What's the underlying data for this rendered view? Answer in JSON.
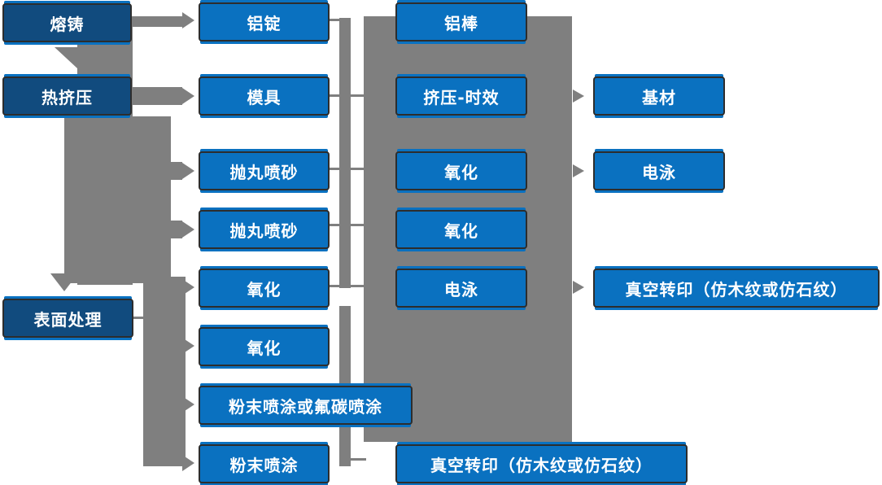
{
  "diagram": {
    "type": "flowchart",
    "nodes": {
      "melt_cast": "熔铸",
      "hot_extrusion": "热挤压",
      "surface_treatment": "表面处理",
      "aluminum_ingot": "铝锭",
      "mold": "模具",
      "shot_blasting_1": "抛丸喷砂",
      "shot_blasting_2": "抛丸喷砂",
      "oxidation_1": "氧化",
      "oxidation_2": "氧化",
      "powder_or_fluorocarbon_coating": "粉末喷涂或氟碳喷涂",
      "powder_coating": "粉末喷涂",
      "aluminum_rod": "铝棒",
      "extrusion_aging": "挤压-时效",
      "oxidation_3": "氧化",
      "oxidation_4": "氧化",
      "electrophoresis_1": "电泳",
      "vacuum_transfer_1": "真空转印（仿木纹或仿石纹）",
      "base_material": "基材",
      "electrophoresis_2": "电泳",
      "vacuum_transfer_2": "真空转印（仿木纹或仿石纹）"
    },
    "edges": [
      {
        "from": "熔铸",
        "to": "热挤压"
      },
      {
        "from": "熔铸/热挤压",
        "to": "铝锭"
      },
      {
        "from": "热挤压",
        "to": "模具"
      },
      {
        "from": "热挤压",
        "to": "抛丸喷砂"
      },
      {
        "from": "热挤压",
        "to": "表面处理"
      },
      {
        "from": "表面处理",
        "to": "氧化"
      },
      {
        "from": "表面处理",
        "to": "粉末喷涂或氟碳喷涂"
      },
      {
        "from": "表面处理",
        "to": "粉末喷涂"
      },
      {
        "from": "铝锭",
        "to": "铝棒"
      },
      {
        "from": "模具",
        "to": "挤压-时效"
      },
      {
        "from": "抛丸喷砂",
        "to": "氧化"
      },
      {
        "from": "电泳",
        "to": "真空转印（仿木纹或仿石纹）"
      },
      {
        "from": "挤压-时效",
        "to": "基材"
      },
      {
        "from": "氧化",
        "to": "电泳"
      },
      {
        "from": "粉末喷涂",
        "to": "真空转印（仿木纹或仿石纹）"
      }
    ],
    "colors": {
      "node_fill": "#0a71c0",
      "node_fill_dark": "#114b7e",
      "node_border": "#2d2d2d",
      "connector": "#7f7f7f",
      "text": "#ffffff",
      "background": "#ffffff"
    }
  }
}
